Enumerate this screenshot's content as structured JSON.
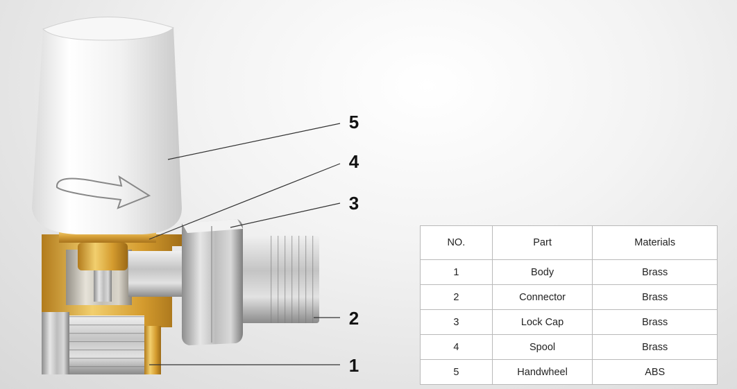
{
  "callouts": [
    {
      "number": "5",
      "part": "Handwheel"
    },
    {
      "number": "4",
      "part": "Spool"
    },
    {
      "number": "3",
      "part": "Lock Cap"
    },
    {
      "number": "2",
      "part": "Connector"
    },
    {
      "number": "1",
      "part": "Body"
    }
  ],
  "table": {
    "headers": [
      "NO.",
      "Part",
      "Materials"
    ],
    "rows": [
      [
        "1",
        "Body",
        "Brass"
      ],
      [
        "2",
        "Connector",
        "Brass"
      ],
      [
        "3",
        "Lock Cap",
        "Brass"
      ],
      [
        "4",
        "Spool",
        "Brass"
      ],
      [
        "5",
        "Handwheel",
        "ABS"
      ]
    ]
  },
  "colors": {
    "brass": "#d6a53c",
    "nickel": "#c9c9c9",
    "handwheel": "#f4f4f4",
    "background": "#e8e8e8"
  }
}
